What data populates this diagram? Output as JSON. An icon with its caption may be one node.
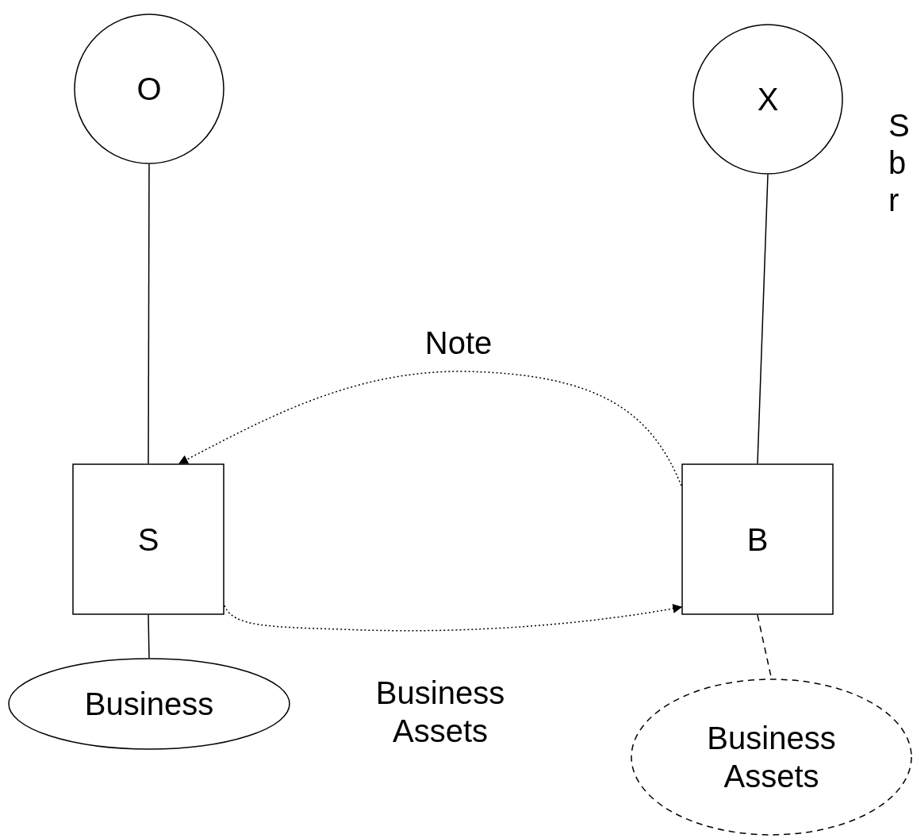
{
  "diagram": {
    "nodes": [
      {
        "text": [
          "O"
        ]
      },
      {
        "text": [
          "X"
        ]
      },
      {
        "text": [
          "S"
        ]
      },
      {
        "text": [
          "B"
        ]
      },
      {
        "text": [
          "Business"
        ]
      },
      {
        "text": [
          "Business Assets"
        ]
      }
    ],
    "edges": [
      {
        "from": 0,
        "to": 2,
        "arrow": "none"
      },
      {
        "from": 1,
        "to": 3,
        "arrow": "none"
      },
      {
        "from": 2,
        "to": 4,
        "arrow": "none"
      },
      {
        "from": 3,
        "to": 5,
        "arrow": "none",
        "style": "dashed"
      },
      {
        "from": 3,
        "to": 2,
        "arrow": "to",
        "label": "Note",
        "style": "dashed"
      },
      {
        "from": 2,
        "to": 3,
        "arrow": "to",
        "label": "Business Assets",
        "style": "dashed"
      }
    ],
    "labels": [
      "S",
      "b",
      "r"
    ]
  }
}
